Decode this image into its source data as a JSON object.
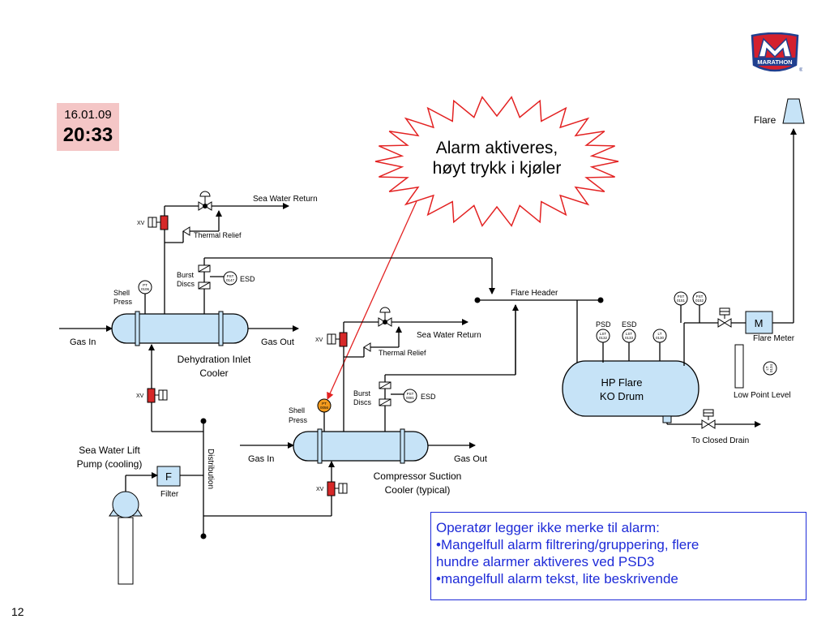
{
  "slide": {
    "date": "16.01.09",
    "time": "20:33",
    "page_number": "12",
    "logo_text": "MARATHON",
    "logo_colors": {
      "red": "#d3202e",
      "blue": "#1f3f8f"
    },
    "alarm_callout": {
      "line1": "Alarm aktiveres,",
      "line2": "høyt trykk i kjøler",
      "color": "#e32222"
    },
    "note": {
      "line1": "Operatør legger ikke merke til alarm:",
      "line2": "•Mangelfull alarm filtrering/gruppering, flere",
      "line3": "hundre alarmer aktiveres ved PSD3",
      "line4": "•mangelfull alarm tekst, lite beskrivende",
      "color": "#1e2bd8"
    }
  },
  "labels": {
    "sea_water_return_1": "Sea Water Return",
    "thermal_relief_1": "Thermal Relief",
    "xv": "XV",
    "burst": "Burst",
    "discs": "Discs",
    "esd": "ESD",
    "psd": "PSD",
    "shell": "Shell",
    "press": "Press",
    "gas_in": "Gas In",
    "gas_out": "Gas Out",
    "dehydration_1": "Dehydration Inlet",
    "dehydration_2": "Cooler",
    "sea_water_return_2": "Sea Water Return",
    "thermal_relief_2": "Thermal Relief",
    "compressor_1": "Compressor Suction",
    "compressor_2": "Cooler (typical)",
    "flare_header": "Flare Header",
    "flare": "Flare",
    "m": "M",
    "flare_meter": "Flare Meter",
    "hp_flare_1": "HP Flare",
    "hp_flare_2": "KO Drum",
    "low_point_level": "Low Point Level",
    "to_closed_drain": "To Closed Drain",
    "sea_water_lift_1": "Sea Water Lift",
    "sea_water_lift_2": "Pump (cooling)",
    "f": "F",
    "filter": "Filter",
    "distribution": "Distribution"
  },
  "instruments": {
    "pt_0106": [
      "PT",
      "0106"
    ],
    "pst_0147": [
      "PST",
      "0147"
    ],
    "pt_0056": [
      "PT",
      "0056"
    ],
    "pst_0081": [
      "PST",
      "0081"
    ],
    "lst_0132": [
      "LST",
      "0132"
    ],
    "lst_0133": [
      "LST",
      "0133"
    ],
    "lt_0130": [
      "LT",
      "0130"
    ],
    "pst_0151": [
      "PST",
      "0151"
    ],
    "pst_0152": [
      "PST",
      "0152"
    ],
    "lt_0134": [
      "LT",
      "0134"
    ]
  },
  "colors": {
    "vessel": "#c6e3f7",
    "valve_red": "#d62828",
    "pt_alarm": "#f29a1e",
    "timestamp_bg": "#f4c6c6"
  }
}
